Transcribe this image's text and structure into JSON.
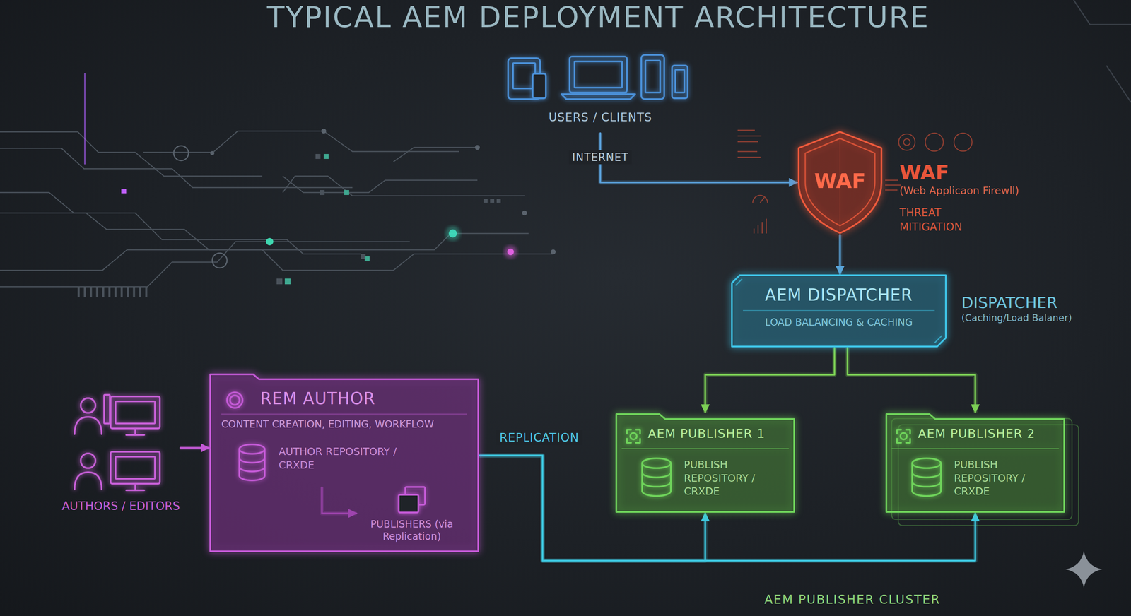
{
  "diagram": {
    "title": "TYPICAL AEM DEPLOYMENT ARCHITECTURE",
    "nodes": [
      {
        "text": [
          "USERS / CLIENTS"
        ]
      },
      {
        "text": [
          "WAF",
          "WAF",
          "(Web Applicaon Firewll)",
          "THREAT MITIGATION"
        ]
      },
      {
        "text": [
          "AEM DISPATCHER",
          "LOAD BALANCING & CACHING",
          "DISPATCHER",
          "(Caching/Load Balaner)"
        ]
      },
      {
        "text": [
          "AUTHORS / EDITORS"
        ]
      },
      {
        "text": [
          "REM AUTHOR",
          "CONTENT CREATION, EDITING, WORKFLOW"
        ]
      },
      {
        "text": [
          "AUTHOR REPOSITORY / CRXDE"
        ],
        "in": 4
      },
      {
        "text": [
          "PUBLISHERS (via Replication)"
        ],
        "in": 4
      },
      {
        "text": [
          "AEM PUBLISHER 1",
          "PUBLISH REPOSITORY / CRXDE"
        ]
      },
      {
        "text": [
          "AEM PUBLISHER 2",
          "PUBLISH REPOSITORY / CRXDE"
        ]
      }
    ],
    "edges": [
      {
        "from": 0,
        "to": 1,
        "arrow": "to",
        "label": "INTERNET"
      },
      {
        "from": 1,
        "to": 2,
        "arrow": "to"
      },
      {
        "from": 2,
        "to": 7,
        "arrow": "to"
      },
      {
        "from": 2,
        "to": 8,
        "arrow": "to"
      },
      {
        "from": 3,
        "to": 4,
        "arrow": "to"
      },
      {
        "from": 5,
        "to": 6,
        "arrow": "to"
      },
      {
        "from": 4,
        "to": 7,
        "arrow": "to",
        "label": "REPLICATION"
      },
      {
        "from": 4,
        "to": 8,
        "arrow": "to"
      }
    ],
    "labels": [
      "AEM PUBLISHER CLUSTER"
    ]
  }
}
